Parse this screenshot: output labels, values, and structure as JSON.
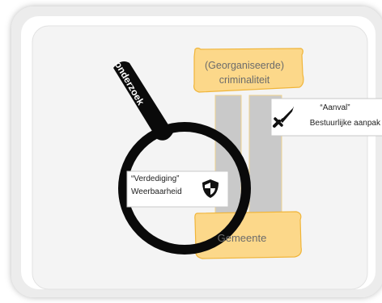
{
  "diagram": {
    "top_box": {
      "line1": "(Georganiseerde)",
      "line2": "criminaliteit"
    },
    "bottom_box": {
      "label": "Gemeente"
    },
    "attack": {
      "quote": "“Aanval”",
      "label": "Bestuurlijke aanpak",
      "icon": "sword-icon"
    },
    "defense": {
      "quote": "“Verdediging”",
      "label": "Weerbaarheid",
      "icon": "shield-icon"
    },
    "magnifier": {
      "handle_label": "onderzoek",
      "icon": "magnifying-glass-icon"
    }
  },
  "colors": {
    "box_fill": "#fcd88a",
    "box_border": "#f0b53a",
    "arrow_fill": "#c8c8c8",
    "magnifier": "#0a0a0a",
    "panel_bg": "#f4f4f4"
  }
}
